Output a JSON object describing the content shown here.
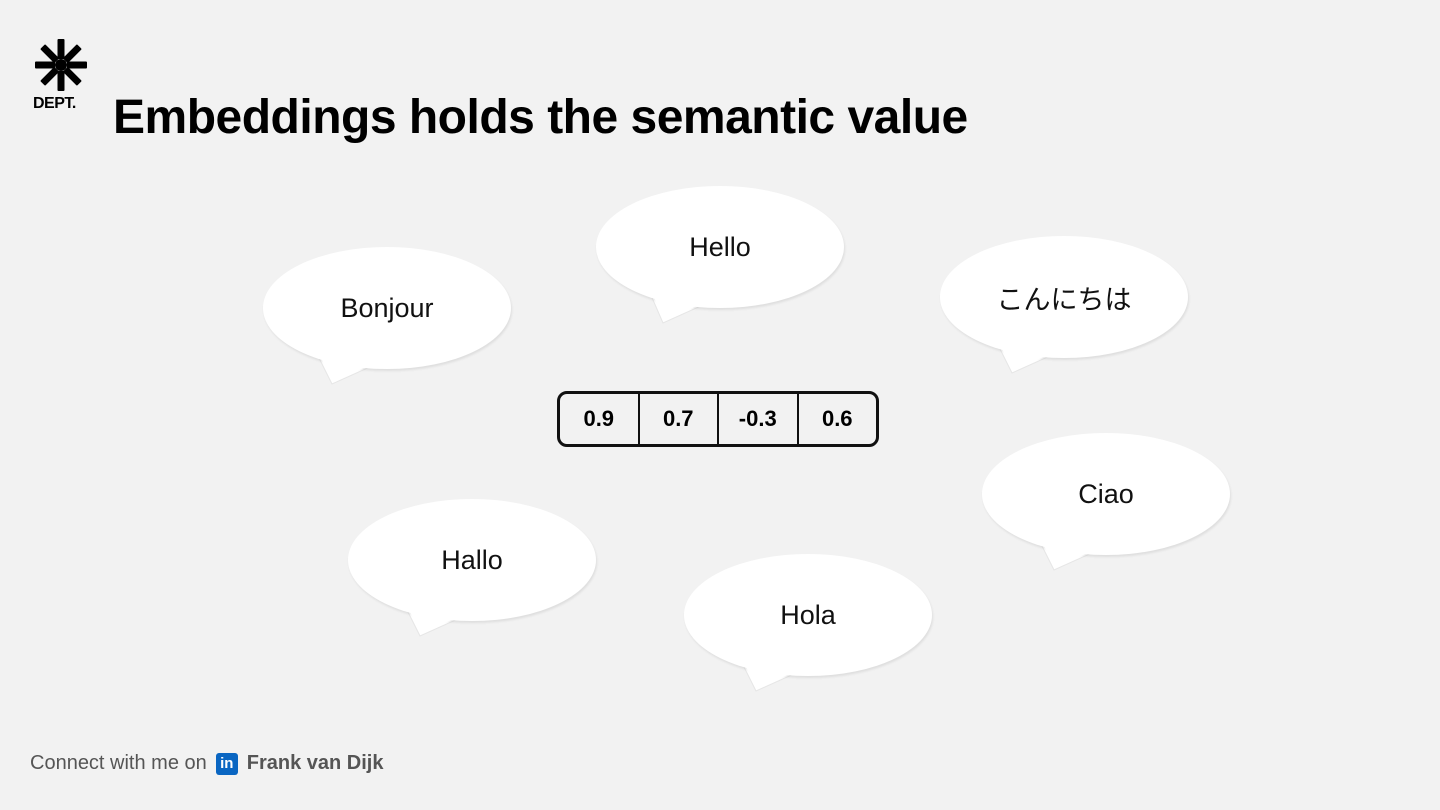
{
  "logo": {
    "icon": "asterisk-burst-icon",
    "text": "DEPT."
  },
  "title": "Embeddings holds the semantic value",
  "bubbles": [
    {
      "text": "Hello"
    },
    {
      "text": "Bonjour"
    },
    {
      "text": "こんにちは"
    },
    {
      "text": "Ciao"
    },
    {
      "text": "Hallo"
    },
    {
      "text": "Hola"
    }
  ],
  "vector": [
    "0.9",
    "0.7",
    "-0.3",
    "0.6"
  ],
  "footer": {
    "prefix": "Connect with me on",
    "icon": "linkedin-icon",
    "icon_text": "in",
    "name": "Frank van Dijk",
    "brand_color": "#0a66c2"
  }
}
